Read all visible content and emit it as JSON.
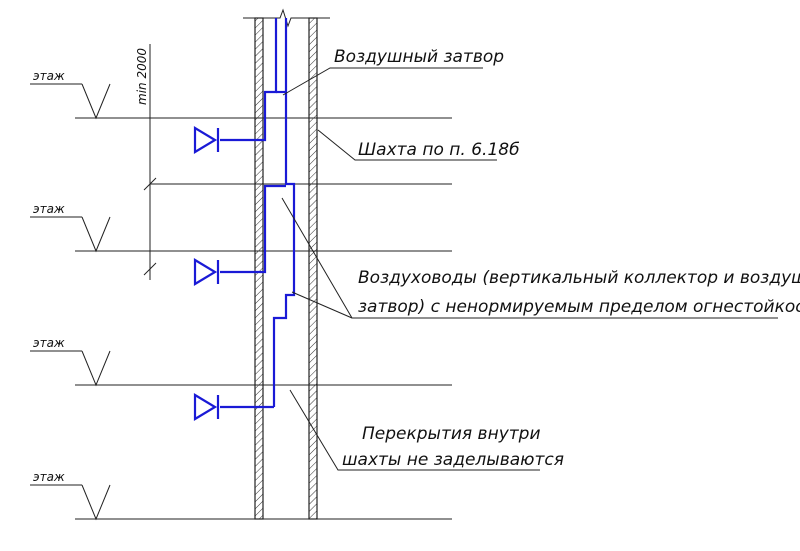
{
  "floor_label": "этаж",
  "dimension": "min 2000",
  "callouts": {
    "air_lock": "Воздушный затвор",
    "shaft": "Шахта по п. 6.18б",
    "ducts_line1": "Воздуховоды (вертикальный коллектор и воздушный",
    "ducts_line2": "затвор) с ненормируемым пределом огнестойкости",
    "slabs_line1": "Перекрытия внутри",
    "slabs_line2": "шахты не заделываются"
  },
  "colors": {
    "duct": "#1a1ad6",
    "lines": "#222222",
    "hatch": "#333333"
  }
}
